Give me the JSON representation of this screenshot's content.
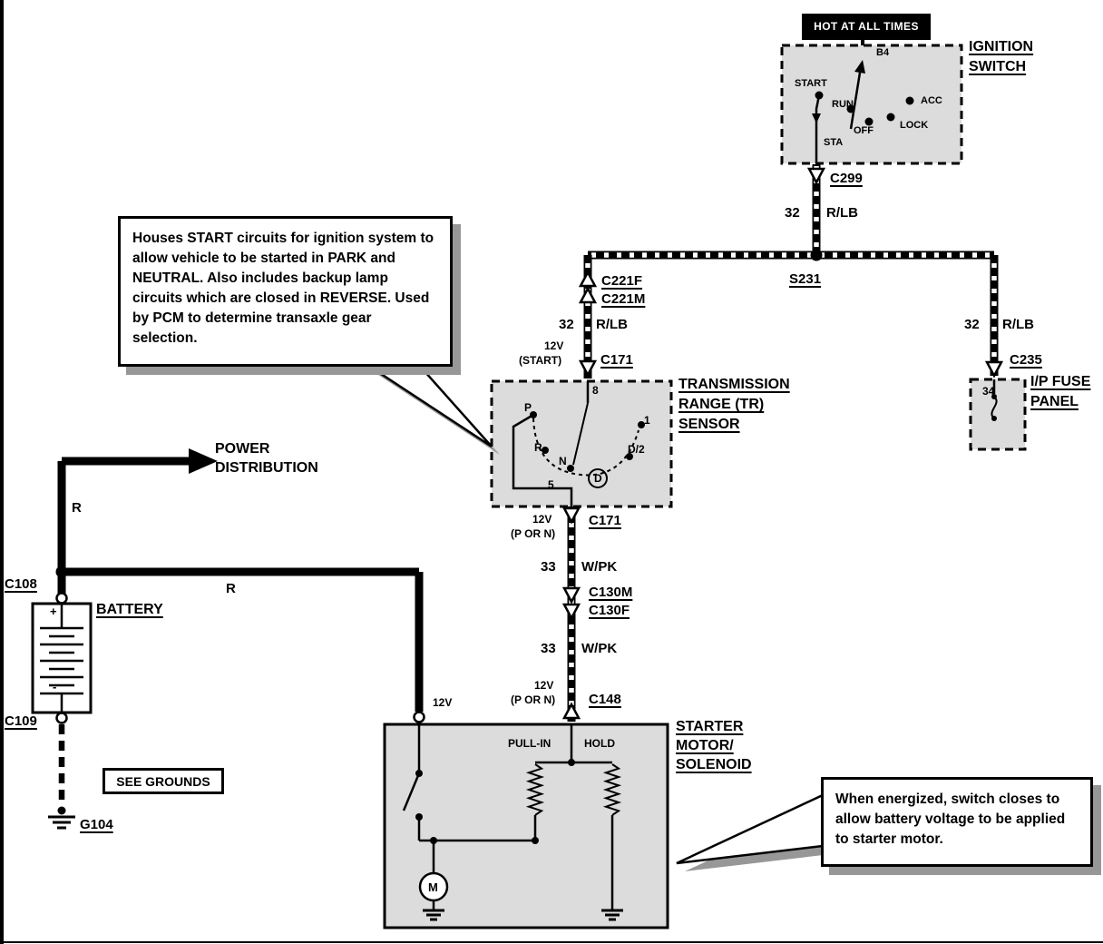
{
  "hot_tag": {
    "label": "HOT AT ALL TIMES"
  },
  "ignition_switch": {
    "title1": "IGNITION",
    "title2": "SWITCH",
    "b4": "B4",
    "positions": {
      "start": "START",
      "run": "RUN",
      "off": "OFF",
      "sta": "STA",
      "lock": "LOCK",
      "acc": "ACC"
    }
  },
  "connectors": {
    "c299": "C299",
    "s231": "S231",
    "c221f": "C221F",
    "c221m": "C221M",
    "c171_upper": "C171",
    "c171_lower": "C171",
    "c130m": "C130M",
    "c130f": "C130F",
    "c148": "C148",
    "c235": "C235",
    "c108": "C108",
    "c109": "C109",
    "g104": "G104"
  },
  "wire_labels": {
    "ign_feed": {
      "circuit": "32",
      "color": "R/LB"
    },
    "tr_branch": {
      "circuit": "32",
      "color": "R/LB"
    },
    "fuse_branch": {
      "circuit": "32",
      "color": "R/LB"
    },
    "tr_out_upper": {
      "circuit": "33",
      "color": "W/PK"
    },
    "tr_out_lower": {
      "circuit": "33",
      "color": "W/PK"
    },
    "battery_vertical": "R",
    "battery_horizontal": "R"
  },
  "voltage_tags": {
    "start_12v": {
      "value": "12V",
      "condition": "(START)"
    },
    "pn_upper_12v": {
      "value": "12V",
      "condition": "(P OR N)"
    },
    "pn_lower_12v": {
      "value": "12V",
      "condition": "(P OR N)"
    },
    "battery_12v": "12V"
  },
  "tr_sensor": {
    "title1": "TRANSMISSION",
    "title2": "RANGE (TR)",
    "title3": "SENSOR",
    "terminal_top": "8",
    "terminal_bottom": "5",
    "positions": {
      "p": "P",
      "r": "R",
      "n": "N",
      "d": "D",
      "d2": "D/2",
      "low": "1"
    }
  },
  "fuse_panel": {
    "title1": "I/P FUSE",
    "title2": "PANEL",
    "fuse_number": "34"
  },
  "battery": {
    "title": "BATTERY",
    "positive": "+",
    "negative": "-"
  },
  "power_distribution": {
    "line1": "POWER",
    "line2": "DISTRIBUTION"
  },
  "grounds": {
    "see_grounds": "SEE GROUNDS"
  },
  "starter": {
    "title1": "STARTER",
    "title2": "MOTOR/",
    "title3": "SOLENOID",
    "pull_in": "PULL-IN",
    "hold": "HOLD",
    "motor": "M"
  },
  "callouts": {
    "tr_note": "Houses START circuits for ignition system to allow vehicle to be started in PARK and NEUTRAL. Also includes backup lamp circuits which are closed in REVERSE. Used by PCM to determine transaxle gear selection.",
    "starter_note": "When energized, switch closes to allow battery voltage to be applied to starter motor."
  }
}
